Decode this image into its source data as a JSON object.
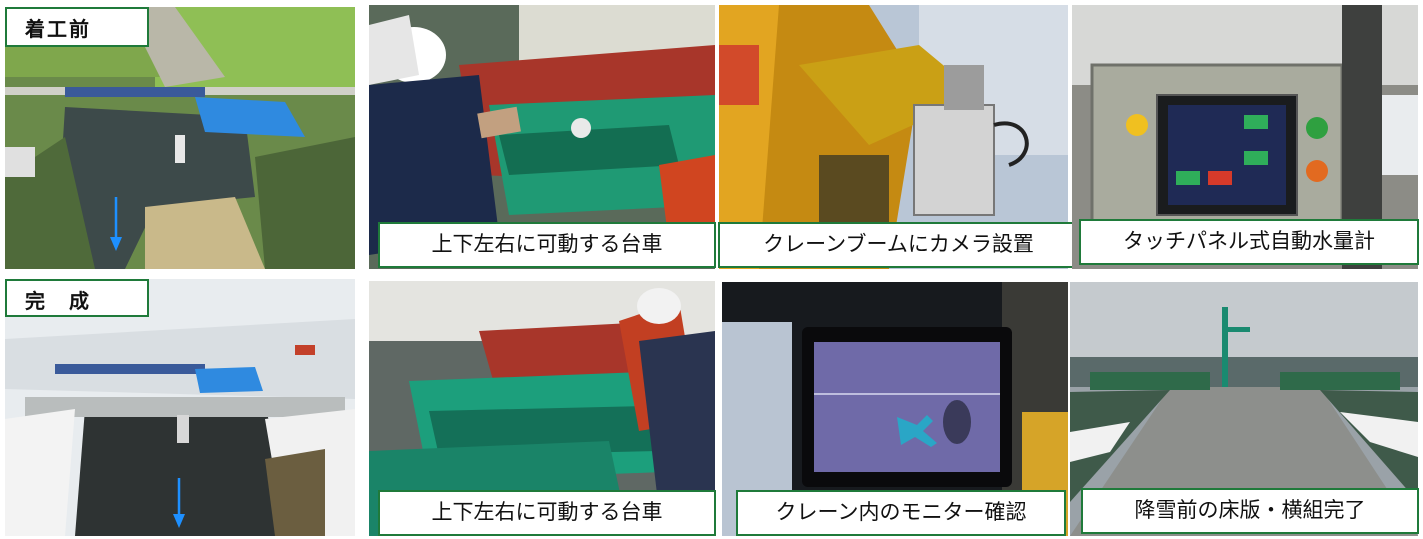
{
  "photos": [
    {
      "tag": "着工前",
      "depicts": "aerial-river-before"
    },
    {
      "caption": "上下左右に可動する台車",
      "depicts": "worker-operating-cart"
    },
    {
      "caption": "クレーンブームにカメラ設置",
      "depicts": "crane-boom-camera"
    },
    {
      "caption": "タッチパネル式自動水量計",
      "depicts": "touch-panel-water-meter"
    },
    {
      "tag": "完　成",
      "depicts": "aerial-bridge-complete"
    },
    {
      "caption": "上下左右に可動する台車",
      "depicts": "green-movable-cart"
    },
    {
      "caption": "クレーン内のモニター確認",
      "depicts": "crane-cab-monitor"
    },
    {
      "caption": "降雪前の床版・横組完了",
      "depicts": "bridge-deck-snow"
    }
  ],
  "colors": {
    "caption_border": "#1f7a3a",
    "flow_arrow": "#1e90ff",
    "tarp": "#1e6fe0",
    "machinery_green": "#1a9a78"
  }
}
